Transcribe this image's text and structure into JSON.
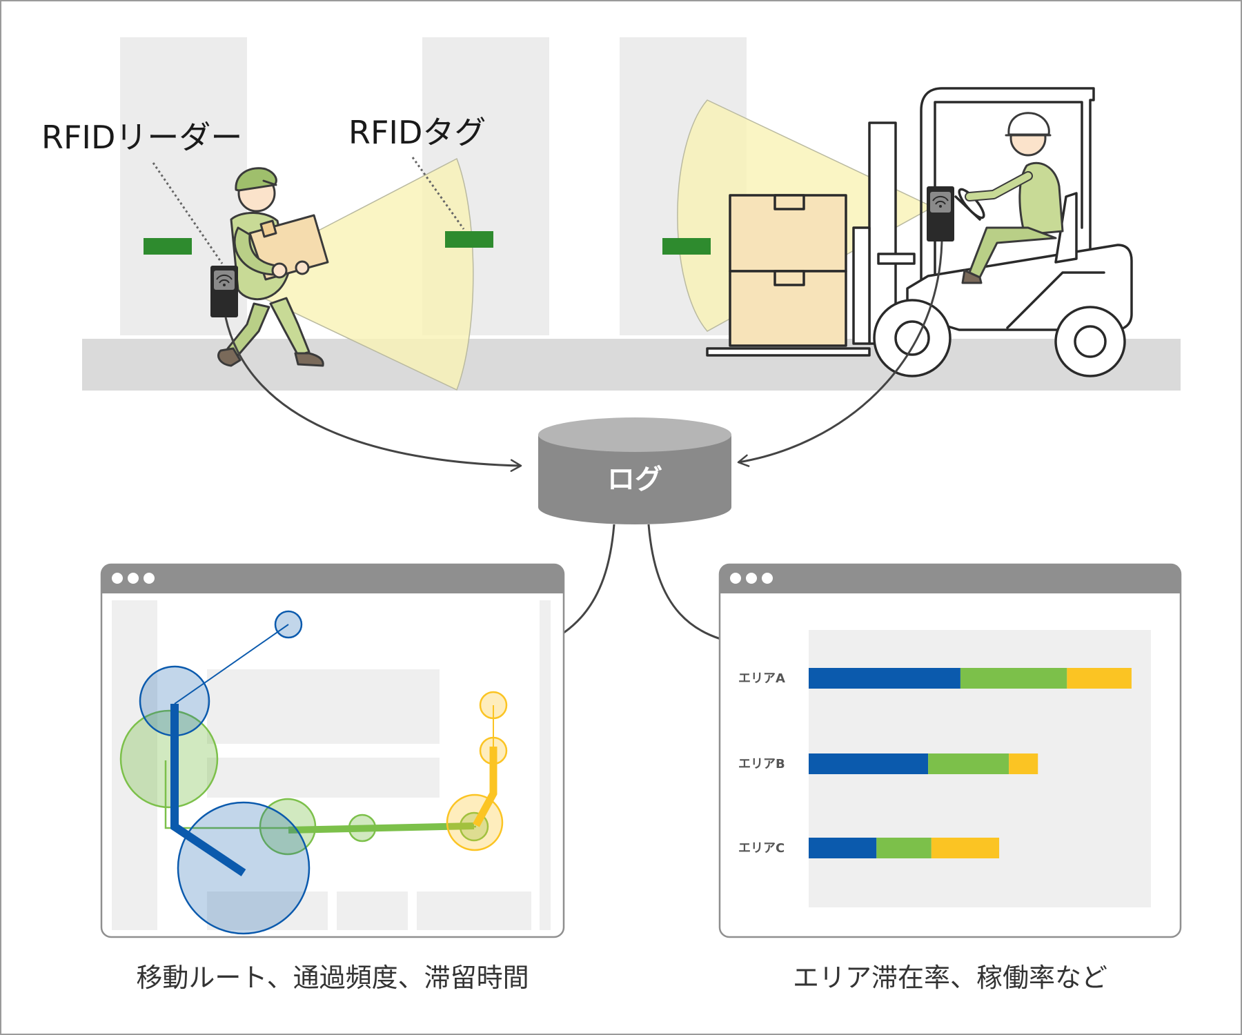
{
  "labels": {
    "reader": "RFIDリーダー",
    "tag": "RFIDタグ",
    "log": "ログ",
    "caption_left": "移動ルート、通過頻度、滞留時間",
    "caption_right": "エリア滞在率、稼働率など"
  },
  "colors": {
    "tag_green": "#2e8b2e",
    "blue": "#0b5aad",
    "green": "#7cc04a",
    "yellow": "#fbc423",
    "database": "#8a8a8a",
    "window_bar": "#8f8f8f",
    "panel_bg": "#efefef",
    "beam": "#f9f2b5"
  },
  "route_map": {
    "blue_points": 4,
    "green_points": 4,
    "yellow_points": 3
  },
  "chart_data": {
    "type": "bar",
    "stacked": true,
    "orientation": "horizontal",
    "categories": [
      "エリアA",
      "エリアB",
      "エリアC"
    ],
    "series": [
      {
        "color": "#0b5aad",
        "values": [
          0.47,
          0.37,
          0.21
        ]
      },
      {
        "color": "#7cc04a",
        "values": [
          0.33,
          0.25,
          0.17
        ]
      },
      {
        "color": "#fbc423",
        "values": [
          0.2,
          0.09,
          0.21
        ]
      }
    ],
    "xlim": [
      0,
      1.06
    ]
  }
}
